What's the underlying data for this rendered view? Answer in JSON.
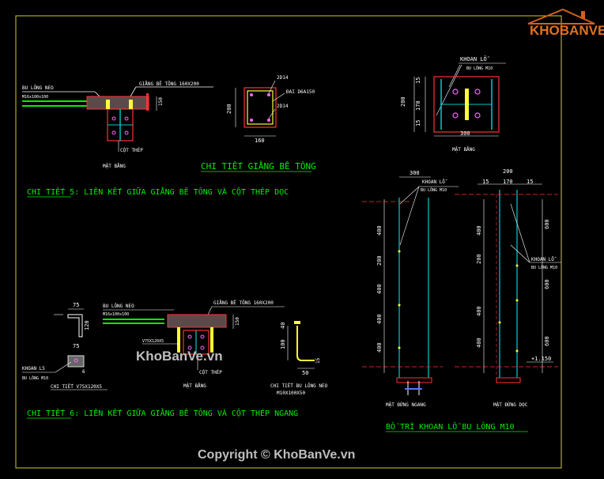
{
  "logo": {
    "text": "KHOBANVE"
  },
  "watermark": {
    "mid": "KhoBanVe.vn",
    "copyright": "Copyright © KhoBanVe.vn"
  },
  "detail5": {
    "title": "CHI TIẾT 5: LIÊN KẾT GIỮA GIẰNG BÊ TÔNG VÀ CỘT THÉP DỌC",
    "anchor_bolt": "BU LÔNG NEO",
    "anchor_bolt_size": "M16x100x100",
    "beam_label": "GIẰNG BÊ TÔNG 160X200",
    "column_label": "CỘT THÉP",
    "plan_label": "MẶT BẰNG",
    "dim_150": "150"
  },
  "beam_detail": {
    "title": "CHI TIẾT GIẰNG BÊ TÔNG",
    "top_bars": "2D14",
    "stirrup": "ĐAI D6A150",
    "bottom_bars": "2D14",
    "dim_height": "200",
    "dim_width": "160"
  },
  "plate_plan": {
    "drill_label": "KHOAN LỖ",
    "bolt_label": "BU LÔNG M10",
    "dim_200": "200",
    "dim_15a": "15",
    "dim_170": "170",
    "dim_15b": "15",
    "dim_300": "300",
    "plan_label": "MẶT BẰNG"
  },
  "elevation_long": {
    "dim_top": "300",
    "drill_label": "KHOAN LỖ",
    "bolt_label": "BU LÔNG M10",
    "dims": [
      "400",
      "200",
      "400",
      "400",
      "400"
    ],
    "label": "MẶT ĐỨNG NGANG"
  },
  "elevation_trans": {
    "dim_200": "200",
    "dim_15a": "15",
    "dim_170": "170",
    "dim_15b": "15",
    "drill_label": "KHOAN LỖ",
    "bolt_label": "BU LÔNG M10",
    "dims_left": [
      "400",
      "200",
      "400",
      "400"
    ],
    "dims_right": [
      "600",
      "600",
      "600"
    ],
    "level": "+1.150",
    "label": "MẶT ĐỨNG DỌC"
  },
  "bolt_layout_title": "BỐ TRÍ KHOAN LỖ BU LÔNG M10",
  "detail6": {
    "title": "CHI TIẾT 6: LIÊN KẾT GIỮA GIẰNG BÊ TÔNG VÀ CỘT THÉP NGANG",
    "anchor_bolt": "BU LÔNG NEO",
    "anchor_bolt_size": "M16x100x100",
    "beam_label": "GIẰNG BÊ TÔNG 160X200",
    "vsp": "V75X120X5",
    "column_label": "CỘT THÉP",
    "plan_label": "MẶT BẰNG",
    "dim_150": "150",
    "angle_dim_75a": "75",
    "angle_dim_120": "120",
    "angle_dim_75b": "75",
    "angle_dim_6": "6",
    "drill_l5": "KHOAN L5",
    "bolt_m10": "BU LÔNG M10",
    "angle_label": "CHI TIẾT V75X120X5",
    "bolt_dim_100": "100",
    "bolt_dim_50": "50",
    "bolt_dim_40": "40",
    "bolt_dim_15": "15",
    "bolt_detail_label": "CHI TIẾT BU LÔNG NEO",
    "bolt_detail_size": "M10X100X50"
  }
}
